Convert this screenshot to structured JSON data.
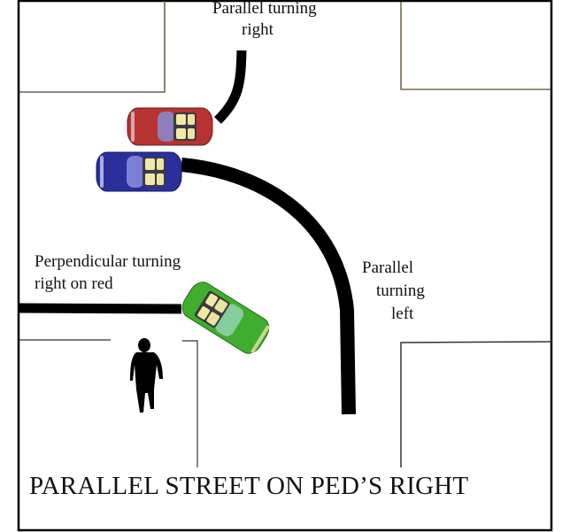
{
  "diagram": {
    "caption": "PARALLEL STREET ON PED’S RIGHT",
    "labels": {
      "parallel_right_line1": "Parallel turning",
      "parallel_right_line2": "right",
      "perpendicular_line1": "Perpendicular turning",
      "perpendicular_line2": "right on red",
      "parallel_left_line1": "Parallel",
      "parallel_left_line2": "turning",
      "parallel_left_line3": "left"
    },
    "vehicles": [
      {
        "name": "red-car",
        "color": "#b83232",
        "maneuver": "Parallel turning right"
      },
      {
        "name": "blue-car",
        "color": "#2a2f9c",
        "maneuver": "Parallel turning left"
      },
      {
        "name": "green-car",
        "color": "#3fae2f",
        "maneuver": "Perpendicular turning right on red"
      }
    ],
    "pedestrian": {
      "name": "pedestrian"
    },
    "colors": {
      "frame": "#000000",
      "curb": "#7a6a55",
      "path": "#000000",
      "background": "#ffffff"
    }
  }
}
